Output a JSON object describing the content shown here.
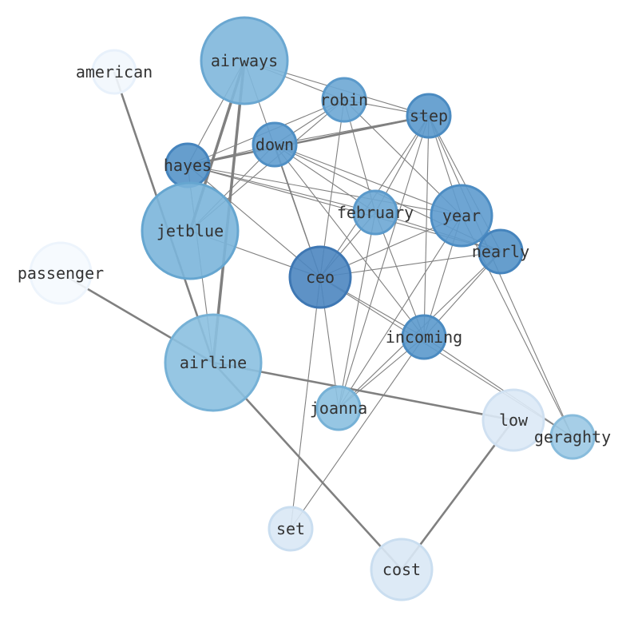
{
  "nodes": [
    {
      "id": "airways",
      "label": "airways",
      "color": "#7fb7db",
      "stroke": "#6aa7d1",
      "alpha": 0.9
    },
    {
      "id": "american",
      "label": "american",
      "color": "#f2f7fd",
      "stroke": "#e8f1fb",
      "alpha": 0.9
    },
    {
      "id": "robin",
      "label": "robin",
      "color": "#6da7d4",
      "stroke": "#5b9acb",
      "alpha": 0.9
    },
    {
      "id": "step",
      "label": "step",
      "color": "#5b99cc",
      "stroke": "#4b8bc1",
      "alpha": 0.9
    },
    {
      "id": "down",
      "label": "down",
      "color": "#619dcf",
      "stroke": "#4f8fc4",
      "alpha": 0.9
    },
    {
      "id": "hayes",
      "label": "hayes",
      "color": "#5593c8",
      "stroke": "#4584bd",
      "alpha": 0.9
    },
    {
      "id": "jetblue",
      "label": "jetblue",
      "color": "#7bb5da",
      "stroke": "#66a6d0",
      "alpha": 0.9
    },
    {
      "id": "february",
      "label": "february",
      "color": "#6da7d4",
      "stroke": "#5b9acb",
      "alpha": 0.9
    },
    {
      "id": "year",
      "label": "year",
      "color": "#5e9bce",
      "stroke": "#4d8dc3",
      "alpha": 0.9
    },
    {
      "id": "nearly",
      "label": "nearly",
      "color": "#5593c8",
      "stroke": "#4584bd",
      "alpha": 0.9
    },
    {
      "id": "passenger",
      "label": "passenger",
      "color": "#f5f9fe",
      "stroke": "#edf4fc",
      "alpha": 0.9
    },
    {
      "id": "ceo",
      "label": "ceo",
      "color": "#4c86c0",
      "stroke": "#3e77b3",
      "alpha": 0.9
    },
    {
      "id": "incoming",
      "label": "incoming",
      "color": "#5b99cc",
      "stroke": "#4b8bc1",
      "alpha": 0.9
    },
    {
      "id": "airline",
      "label": "airline",
      "color": "#8bc0e0",
      "stroke": "#76b1d6",
      "alpha": 0.9
    },
    {
      "id": "joanna",
      "label": "joanna",
      "color": "#8bc0e0",
      "stroke": "#76b1d6",
      "alpha": 0.9
    },
    {
      "id": "low",
      "label": "low",
      "color": "#dce9f6",
      "stroke": "#cfe0f1",
      "alpha": 0.9
    },
    {
      "id": "geraghty",
      "label": "geraghty",
      "color": "#9cc9e4",
      "stroke": "#88bcdc",
      "alpha": 0.9
    },
    {
      "id": "set",
      "label": "set",
      "color": "#d9e8f5",
      "stroke": "#cadef0",
      "alpha": 0.9
    },
    {
      "id": "cost",
      "label": "cost",
      "color": "#d9e8f5",
      "stroke": "#cadef0",
      "alpha": 0.9
    }
  ],
  "edges": [
    {
      "source": "airways",
      "target": "robin",
      "weight": 1
    },
    {
      "source": "airways",
      "target": "step",
      "weight": 1
    },
    {
      "source": "airways",
      "target": "hayes",
      "weight": 1
    },
    {
      "source": "airways",
      "target": "jetblue",
      "weight": 3
    },
    {
      "source": "airways",
      "target": "ceo",
      "weight": 1
    },
    {
      "source": "airways",
      "target": "airline",
      "weight": 3
    },
    {
      "source": "american",
      "target": "airline",
      "weight": 2
    },
    {
      "source": "robin",
      "target": "step",
      "weight": 1
    },
    {
      "source": "robin",
      "target": "down",
      "weight": 1
    },
    {
      "source": "robin",
      "target": "hayes",
      "weight": 1
    },
    {
      "source": "robin",
      "target": "february",
      "weight": 1
    },
    {
      "source": "robin",
      "target": "year",
      "weight": 1
    },
    {
      "source": "robin",
      "target": "ceo",
      "weight": 1
    },
    {
      "source": "robin",
      "target": "jetblue",
      "weight": 1
    },
    {
      "source": "step",
      "target": "down",
      "weight": 1
    },
    {
      "source": "step",
      "target": "hayes",
      "weight": 2
    },
    {
      "source": "step",
      "target": "february",
      "weight": 1
    },
    {
      "source": "step",
      "target": "year",
      "weight": 1
    },
    {
      "source": "step",
      "target": "nearly",
      "weight": 1
    },
    {
      "source": "step",
      "target": "ceo",
      "weight": 1
    },
    {
      "source": "step",
      "target": "incoming",
      "weight": 1
    },
    {
      "source": "step",
      "target": "joanna",
      "weight": 1
    },
    {
      "source": "down",
      "target": "hayes",
      "weight": 1
    },
    {
      "source": "down",
      "target": "february",
      "weight": 1
    },
    {
      "source": "down",
      "target": "year",
      "weight": 1
    },
    {
      "source": "down",
      "target": "nearly",
      "weight": 1
    },
    {
      "source": "down",
      "target": "ceo",
      "weight": 1
    },
    {
      "source": "down",
      "target": "incoming",
      "weight": 1
    },
    {
      "source": "down",
      "target": "jetblue",
      "weight": 1
    },
    {
      "source": "hayes",
      "target": "february",
      "weight": 1
    },
    {
      "source": "hayes",
      "target": "year",
      "weight": 1
    },
    {
      "source": "hayes",
      "target": "nearly",
      "weight": 1
    },
    {
      "source": "hayes",
      "target": "ceo",
      "weight": 1
    },
    {
      "source": "hayes",
      "target": "airline",
      "weight": 1
    },
    {
      "source": "jetblue",
      "target": "ceo",
      "weight": 1
    },
    {
      "source": "february",
      "target": "nearly",
      "weight": 1
    },
    {
      "source": "february",
      "target": "incoming",
      "weight": 1
    },
    {
      "source": "february",
      "target": "joanna",
      "weight": 1
    },
    {
      "source": "february",
      "target": "ceo",
      "weight": 1
    },
    {
      "source": "year",
      "target": "ceo",
      "weight": 1
    },
    {
      "source": "year",
      "target": "incoming",
      "weight": 1
    },
    {
      "source": "year",
      "target": "joanna",
      "weight": 1
    },
    {
      "source": "year",
      "target": "geraghty",
      "weight": 1
    },
    {
      "source": "nearly",
      "target": "ceo",
      "weight": 1
    },
    {
      "source": "nearly",
      "target": "incoming",
      "weight": 1
    },
    {
      "source": "nearly",
      "target": "joanna",
      "weight": 1
    },
    {
      "source": "step",
      "target": "geraghty",
      "weight": 1
    },
    {
      "source": "passenger",
      "target": "airline",
      "weight": 2
    },
    {
      "source": "ceo",
      "target": "incoming",
      "weight": 1
    },
    {
      "source": "ceo",
      "target": "joanna",
      "weight": 1
    },
    {
      "source": "ceo",
      "target": "set",
      "weight": 1
    },
    {
      "source": "ceo",
      "target": "geraghty",
      "weight": 1
    },
    {
      "source": "incoming",
      "target": "joanna",
      "weight": 1
    },
    {
      "source": "incoming",
      "target": "set",
      "weight": 1
    },
    {
      "source": "incoming",
      "target": "geraghty",
      "weight": 1
    },
    {
      "source": "airline",
      "target": "low",
      "weight": 2
    },
    {
      "source": "airline",
      "target": "cost",
      "weight": 2
    },
    {
      "source": "low",
      "target": "cost",
      "weight": 2
    }
  ]
}
